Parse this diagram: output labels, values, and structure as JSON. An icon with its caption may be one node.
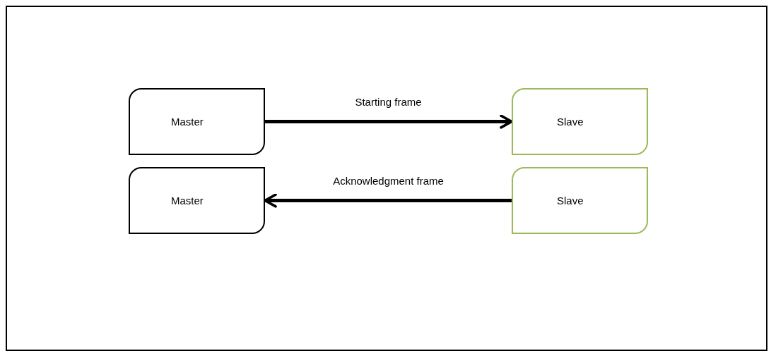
{
  "diagram": {
    "nodes": [
      {
        "text": [
          "Master"
        ]
      },
      {
        "text": [
          "Slave"
        ]
      },
      {
        "text": [
          "Master"
        ]
      },
      {
        "text": [
          "Slave"
        ]
      }
    ],
    "edges": [
      {
        "from": 0,
        "to": 1,
        "arrow": "to",
        "label": "Starting frame"
      },
      {
        "from": 3,
        "to": 2,
        "arrow": "to",
        "label": "Acknowledgment frame"
      }
    ]
  }
}
